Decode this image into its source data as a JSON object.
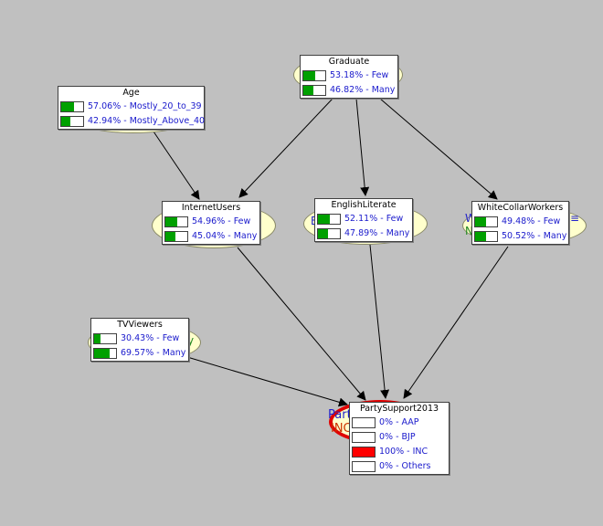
{
  "colors": {
    "bar_fill": "#00a000",
    "evidence_fill": "#ff0000",
    "text": "#1a1acc",
    "background": "#c0c0c0",
    "ellipse": "#ffffcc",
    "ellipse_evidence_border": "#e00000"
  },
  "nodes": {
    "graduate": {
      "title": "Graduate",
      "states": [
        {
          "label": "53.18%  -  Few",
          "fraction": 0.5318
        },
        {
          "label": "46.82%  -  Many",
          "fraction": 0.4682
        }
      ]
    },
    "age": {
      "title": "Age",
      "states": [
        {
          "label": "57.06%  -  Mostly_20_to_39",
          "fraction": 0.5706
        },
        {
          "label": "42.94%  -  Mostly_Above_40",
          "fraction": 0.4294
        }
      ]
    },
    "internet_users": {
      "title": "InternetUsers",
      "states": [
        {
          "label": "54.96%  -  Few",
          "fraction": 0.5496
        },
        {
          "label": "45.04%  -  Many",
          "fraction": 0.4504
        }
      ]
    },
    "english_literate": {
      "title": "EnglishLiterate",
      "states": [
        {
          "label": "52.11%  -  Few",
          "fraction": 0.5211
        },
        {
          "label": "47.89%  -  Many",
          "fraction": 0.4789
        }
      ]
    },
    "white_collar_workers": {
      "title": "WhiteCollarWorkers",
      "states": [
        {
          "label": "49.48%  -  Few",
          "fraction": 0.4948
        },
        {
          "label": "50.52%  -  Many",
          "fraction": 0.5052
        }
      ]
    },
    "tv_viewers": {
      "title": "TVViewers",
      "states": [
        {
          "label": "30.43%  -  Few",
          "fraction": 0.3043
        },
        {
          "label": "69.57%  -  Many",
          "fraction": 0.6957
        }
      ]
    },
    "party_support_2013": {
      "title": "PartySupport2013",
      "states": [
        {
          "label": "0%  -  AAP",
          "fraction": 0
        },
        {
          "label": "0%  -  BJP",
          "fraction": 0
        },
        {
          "label": "100%  -  INC",
          "fraction": 1.0,
          "evidence": true
        },
        {
          "label": "0%  -  Others",
          "fraction": 0
        }
      ]
    }
  },
  "ghost_labels": {
    "party": "Part",
    "inc": "INC",
    "english": "E",
    "white": "W",
    "white2": "N",
    "tv": "y",
    "white_eq": "≡"
  },
  "edges": [
    {
      "from": "graduate",
      "to": "internet_users"
    },
    {
      "from": "graduate",
      "to": "english_literate"
    },
    {
      "from": "graduate",
      "to": "white_collar_workers"
    },
    {
      "from": "age",
      "to": "internet_users"
    },
    {
      "from": "internet_users",
      "to": "party_support_2013"
    },
    {
      "from": "english_literate",
      "to": "party_support_2013"
    },
    {
      "from": "white_collar_workers",
      "to": "party_support_2013"
    },
    {
      "from": "tv_viewers",
      "to": "party_support_2013"
    }
  ]
}
